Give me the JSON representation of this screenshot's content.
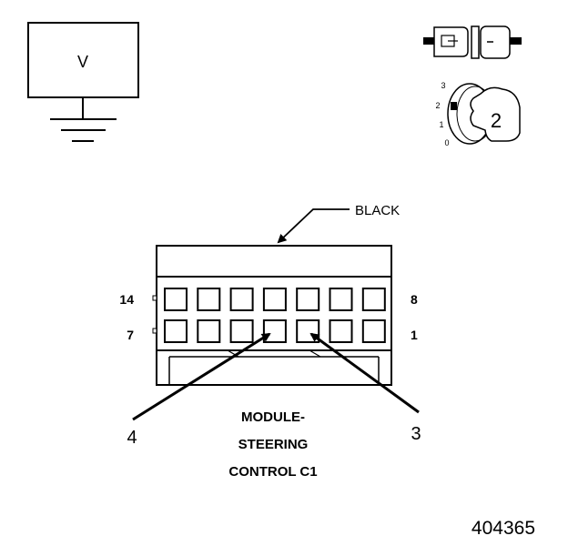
{
  "meter": {
    "label": "V"
  },
  "switch_positions": [
    "3",
    "2",
    "1",
    "0"
  ],
  "switch_selected": "2",
  "connector": {
    "color_label": "BLACK",
    "pin_top_left": "14",
    "pin_bottom_left": "7",
    "pin_top_right": "8",
    "pin_bottom_right": "1",
    "probe_left": "4",
    "probe_right": "3",
    "name_lines": [
      "MODULE-",
      "STEERING",
      "CONTROL C1"
    ]
  },
  "figure_number": "404365"
}
